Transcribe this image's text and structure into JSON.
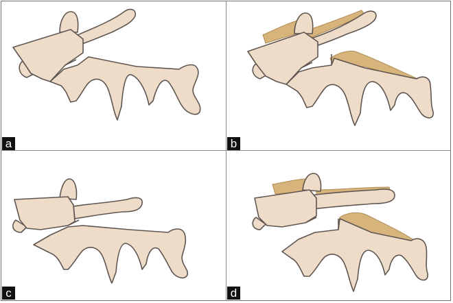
{
  "colors": {
    "bone_fill": "#efdcc8",
    "bone_outline": "#5e5550",
    "ligament_fill": "#d6b47b",
    "ligament_shade": "#b08b52",
    "label_bg": "#111111",
    "label_fg": "#ffffff"
  },
  "panels": [
    {
      "label": "a"
    },
    {
      "label": "b"
    },
    {
      "label": "c"
    },
    {
      "label": "d"
    }
  ]
}
